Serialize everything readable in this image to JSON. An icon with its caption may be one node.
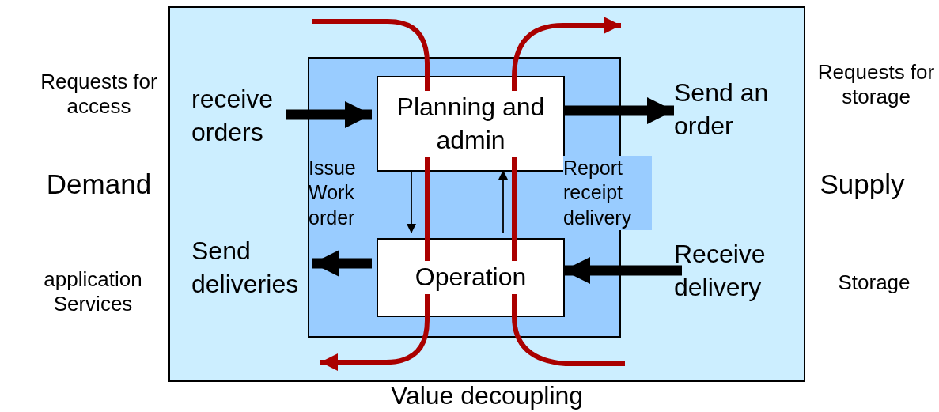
{
  "diagram": {
    "nodes": [
      {
        "text": [
          "Value decoupling"
        ]
      },
      {
        "text": [],
        "shape": "box",
        "in": 0
      },
      {
        "text": [
          "Planning and admin"
        ],
        "in": 1
      },
      {
        "text": [
          "Operation"
        ],
        "in": 1
      },
      {
        "text": [
          "receive orders"
        ],
        "in": 0
      },
      {
        "text": [
          "Send an order"
        ],
        "in": 0
      },
      {
        "text": [
          "Send deliveries"
        ],
        "in": 0
      },
      {
        "text": [
          "Receive delivery"
        ],
        "in": 0
      }
    ],
    "edges": [
      {
        "from": 4,
        "to": 2,
        "arrow": "to"
      },
      {
        "from": 2,
        "to": 5,
        "arrow": "to"
      },
      {
        "from": 3,
        "to": 6,
        "arrow": "to"
      },
      {
        "from": 7,
        "to": 3,
        "arrow": "to"
      },
      {
        "from": 2,
        "to": 3,
        "arrow": "to",
        "label": "Issue Work order"
      },
      {
        "from": 3,
        "to": 2,
        "arrow": "to",
        "label": "Report receipt delivery"
      }
    ],
    "labels": [
      "Requests for access",
      "Requests for storage",
      "Demand",
      "Supply",
      "application Services",
      "Storage"
    ]
  }
}
